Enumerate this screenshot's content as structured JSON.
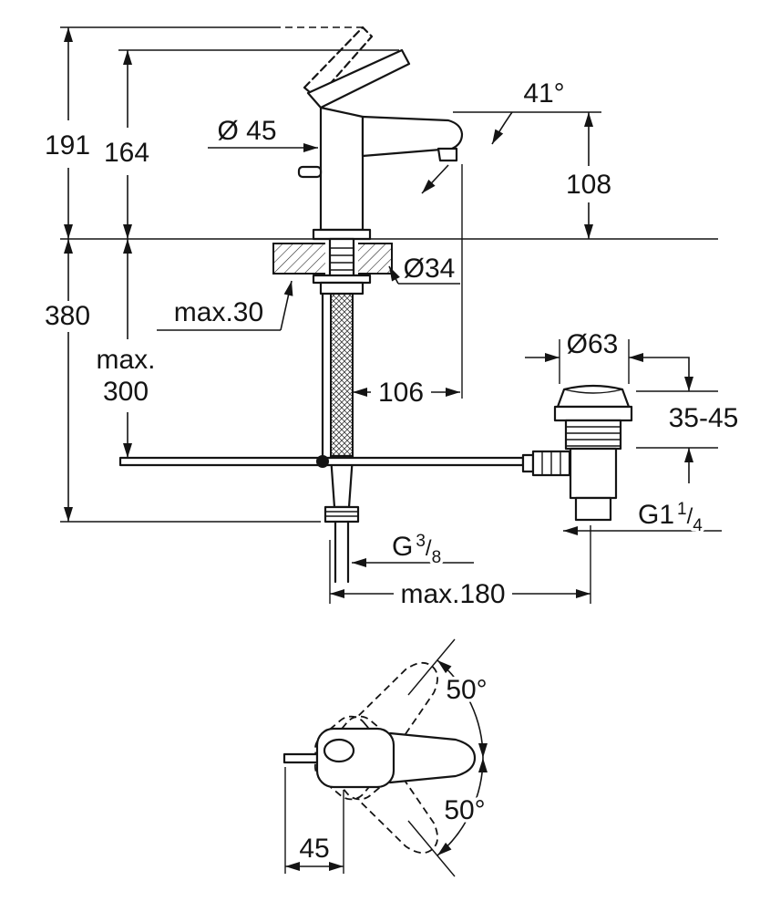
{
  "ink_color": "#141414",
  "paper_color": "#ffffff",
  "side_view": {
    "overall_height": "191",
    "body_height": "164",
    "base_diameter": "Ø 45",
    "spray_angle": "41°",
    "spout_height": "108",
    "under_counter_height": "380",
    "counter_thickness": "max.30",
    "rod_reach_line1": "max.",
    "rod_reach_line2": "300",
    "hole_diameter": "Ø34",
    "spout_reach": "106",
    "waste_flange_diameter": "Ø63",
    "clamping_range": "35-45",
    "waste_thread": {
      "base": "G1",
      "numerator": "1",
      "slash": "/",
      "denominator": "4"
    },
    "supply_thread": {
      "base": "G",
      "numerator": "3",
      "slash": "/",
      "denominator": "8"
    },
    "center_distance": "max.180"
  },
  "top_view": {
    "swivel_angle_up": "50°",
    "swivel_angle_down": "50°",
    "handle_width": "45"
  }
}
